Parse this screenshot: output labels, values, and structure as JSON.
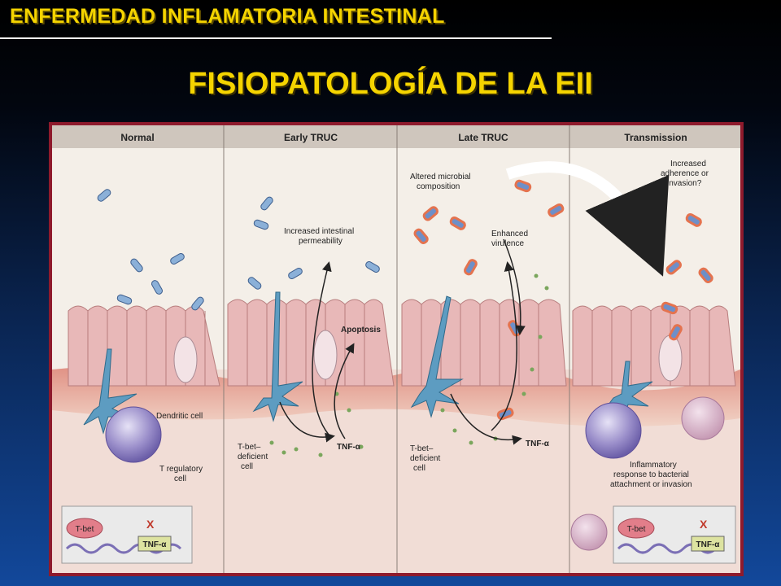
{
  "slide": {
    "header": "ENFERMEDAD INFLAMATORIA INTESTINAL",
    "title": "FISIOPATOLOGÍA DE LA EII"
  },
  "figure": {
    "panels": [
      "Normal",
      "Early TRUC",
      "Late TRUC",
      "Transmission"
    ],
    "labels": {
      "dendritic_cell": "Dendritic cell",
      "t_regulatory_1": "T regulatory",
      "t_regulatory_2": "cell",
      "intestinal_perm_1": "Increased intestinal",
      "intestinal_perm_2": "permeability",
      "apoptosis": "Apoptosis",
      "tbet_def_1": "T-bet–",
      "tbet_def_2": "deficient",
      "tbet_def_3": "cell",
      "tnf": "TNF-α",
      "altered_micro_1": "Altered microbial",
      "altered_micro_2": "composition",
      "enhanced_vir_1": "Enhanced",
      "enhanced_vir_2": "virulence",
      "adherence_1": "Increased",
      "adherence_2": "adherence or",
      "adherence_3": "invasion?",
      "inflammatory_1": "Inflammatory",
      "inflammatory_2": "response to bacterial",
      "inflammatory_3": "attachment or invasion",
      "tbet": "T-bet",
      "tnf_box": "TNF-α",
      "inhibit_mark": "X"
    },
    "colors": {
      "border": "#8e1a2c",
      "header_band": "#cfc6bd",
      "epithelium": "#e8b8b8",
      "lamina": "#e9a79b",
      "bacteria": "#8bb0d8",
      "dendritic": "#5d9cc1",
      "t_cell": "#8d7fc0",
      "tnf_dot": "#7aa65c",
      "tbet_protein": "#e27e8a"
    }
  }
}
